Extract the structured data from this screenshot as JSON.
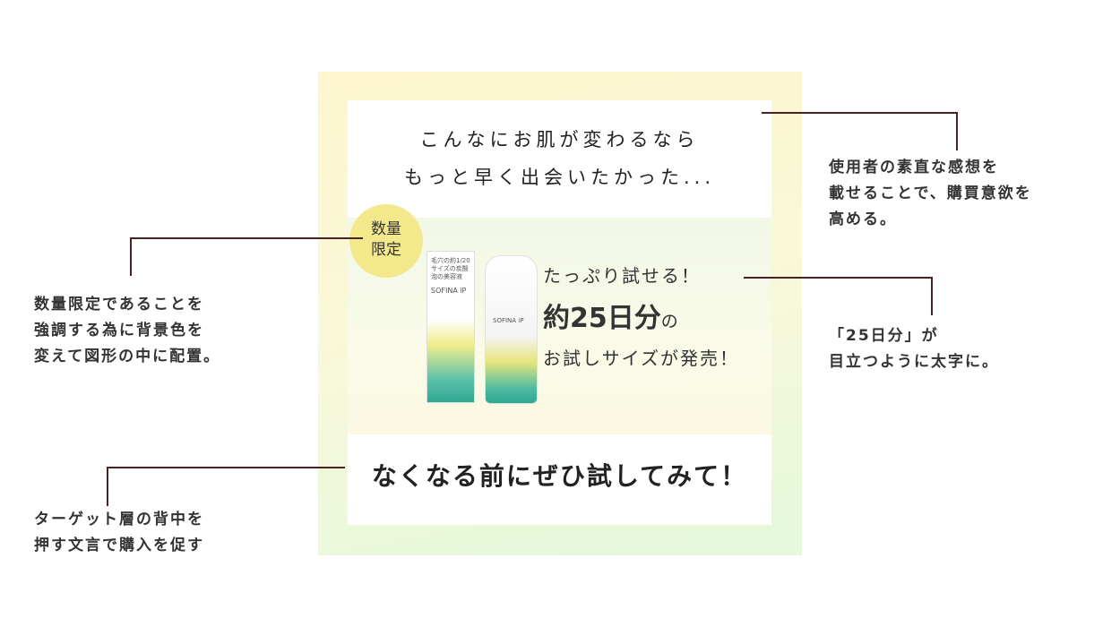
{
  "banner": {
    "headline_line1": "こんなにお肌が変わるなら",
    "headline_line2": "もっと早く出会いたかった...",
    "badge_line1": "数量",
    "badge_line2": "限定",
    "product_box_text": "毛穴の約1/20サイズの炭酸泡の美容液",
    "product_brand": "SOFINA iP",
    "offer_line1": "たっぷり試せる！",
    "offer_emphasis": "約25日分",
    "offer_particle": "の",
    "offer_line3": "お試しサイズが発売！",
    "cta": "なくなる前にぜひ試してみて！"
  },
  "annotations": {
    "headline_note": [
      "使用者の素直な感想を",
      "載せることで、購買意欲を",
      "高める。"
    ],
    "badge_note": [
      "数量限定であることを",
      "強調する為に背景色を",
      "変えて図形の中に配置。"
    ],
    "emphasis_note": [
      "「25日分」が",
      "目立つように太字に。"
    ],
    "cta_note": [
      "ターゲット層の背中を",
      "押す文言で購入を促す"
    ]
  },
  "colors": {
    "line": "#4a2226",
    "badge": "#f4e88c",
    "accent_green": "#2fa894"
  }
}
